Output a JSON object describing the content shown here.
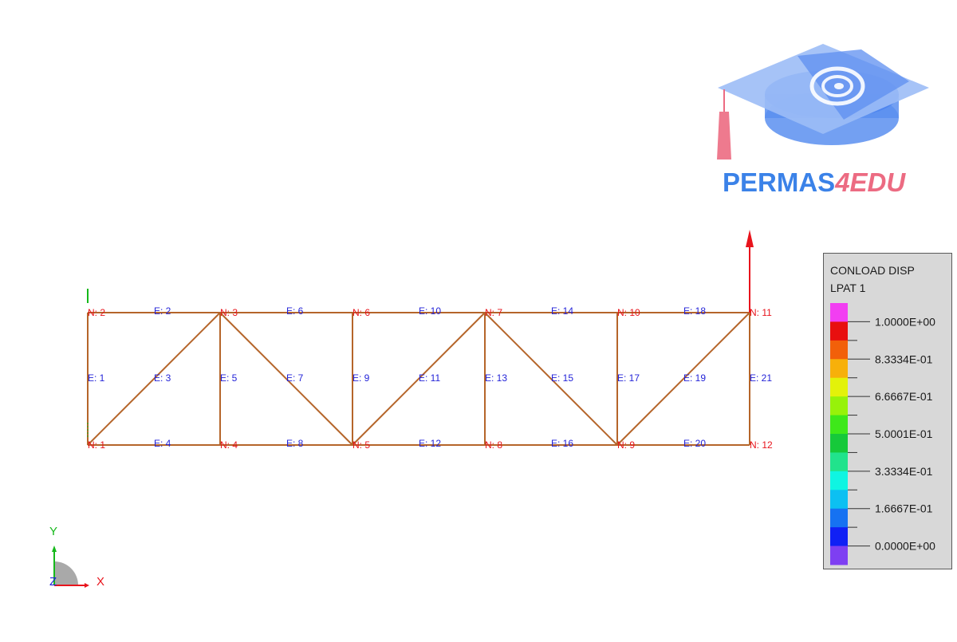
{
  "model": {
    "nodes": [
      {
        "id": "N: 1",
        "label": "N: 1"
      },
      {
        "id": "N: 2",
        "label": "N: 2"
      },
      {
        "id": "N: 3",
        "label": "N: 3"
      },
      {
        "id": "N: 4",
        "label": "N: 4"
      },
      {
        "id": "N: 5",
        "label": "N: 5"
      },
      {
        "id": "N: 6",
        "label": "N: 6"
      },
      {
        "id": "N: 7",
        "label": "N: 7"
      },
      {
        "id": "N: 8",
        "label": "N: 8"
      },
      {
        "id": "N: 9",
        "label": "N: 9"
      },
      {
        "id": "N: 10",
        "label": "N: 10"
      },
      {
        "id": "N: 11",
        "label": "N: 11"
      },
      {
        "id": "N: 12",
        "label": "N: 12"
      }
    ],
    "elements": [
      {
        "label": "E: 1"
      },
      {
        "label": "E: 2"
      },
      {
        "label": "E: 3"
      },
      {
        "label": "E: 4"
      },
      {
        "label": "E: 5"
      },
      {
        "label": "E: 6"
      },
      {
        "label": "E: 7"
      },
      {
        "label": "E: 8"
      },
      {
        "label": "E: 9"
      },
      {
        "label": "E: 10"
      },
      {
        "label": "E: 11"
      },
      {
        "label": "E: 12"
      },
      {
        "label": "E: 13"
      },
      {
        "label": "E: 14"
      },
      {
        "label": "E: 15"
      },
      {
        "label": "E: 16"
      },
      {
        "label": "E: 17"
      },
      {
        "label": "E: 18"
      },
      {
        "label": "E: 19"
      },
      {
        "label": "E: 20"
      },
      {
        "label": "E: 21"
      }
    ],
    "member_color": "#b5652a",
    "node_label_color": "#e8141c",
    "element_label_color": "#2323d8",
    "load_arrow_color": "#e8141c"
  },
  "logo": {
    "text_main": "PERMAS",
    "text_accent": "4EDU",
    "main_color": "#3b82e8",
    "accent_color": "#ec6b82"
  },
  "legend": {
    "title_line1": "CONLOAD DISP",
    "title_line2": "LPAT 1",
    "values": [
      "1.0000E+00",
      "8.3334E-01",
      "6.6667E-01",
      "5.0001E-01",
      "3.3334E-01",
      "1.6667E-01",
      "0.0000E+00"
    ],
    "colors": [
      "#f23ef2",
      "#e80f0f",
      "#f2600a",
      "#f7b00a",
      "#e3f20a",
      "#97f20a",
      "#3ee81a",
      "#16c93a",
      "#21e38c",
      "#0ff5e2",
      "#0cc0f2",
      "#1672f2",
      "#1020f5",
      "#7e3ff2"
    ]
  },
  "triad": {
    "x_label": "X",
    "y_label": "Y",
    "z_label": "Z",
    "x_color": "#e8141c",
    "y_color": "#15b81a",
    "z_color": "#2323d8"
  }
}
